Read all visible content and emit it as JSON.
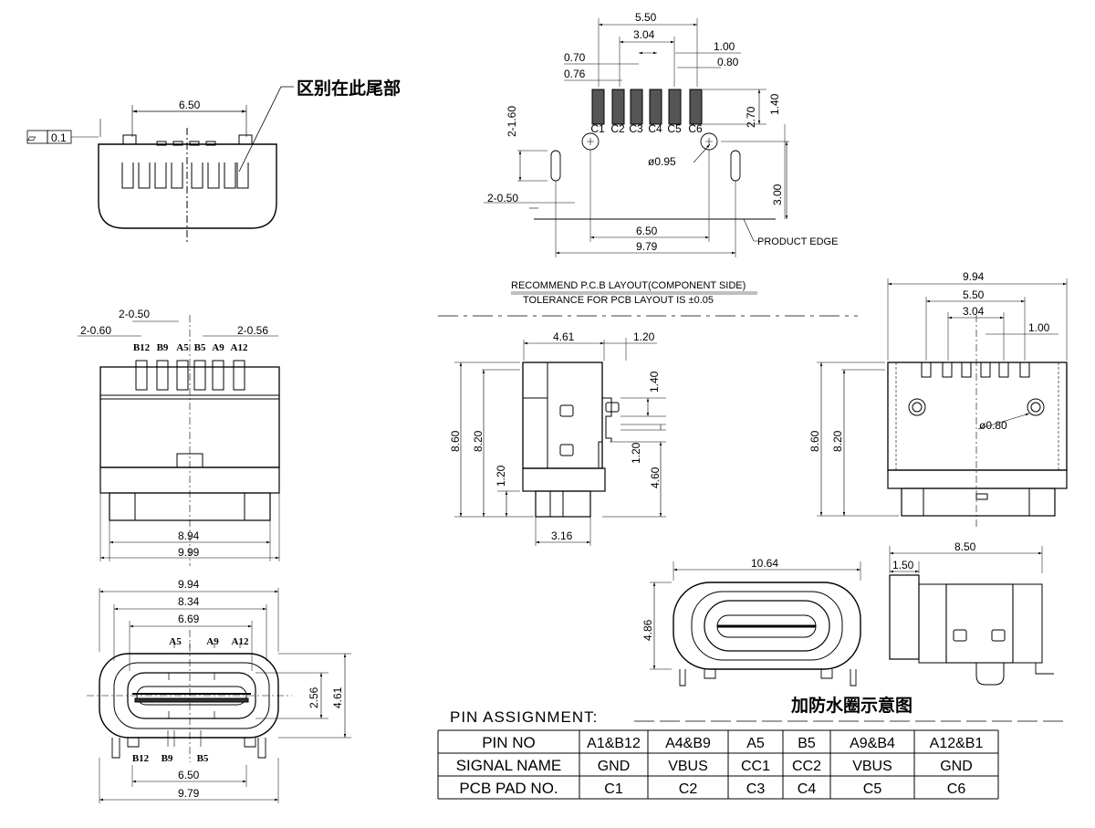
{
  "annotations": {
    "flatness_symbol": "▱",
    "flatness_value": "0.1",
    "difference_label": "区别在此尾部",
    "waterproof_label": "加防水圈示意图",
    "product_edge": "PRODUCT EDGE",
    "layout_title": "RECOMMEND P.C.B LAYOUT(COMPONENT SIDE)",
    "layout_tolerance": "TOLERANCE FOR PCB LAYOUT IS ±0.05"
  },
  "dimensions": {
    "top_view_width": "6.50",
    "pad_span": "5.50",
    "pad_inner": "3.04",
    "pad_pitch_1": "1.00",
    "pad_width_080": "0.80",
    "pad_width_070": "0.70",
    "pad_width_076": "0.76",
    "slot_2_160": "2-1.60",
    "slot_2_050": "2-0.50",
    "pad_height": "2.70",
    "hole_to_pad": "1.40",
    "hole_dia": "ø0.95",
    "edge_offset": "3.00",
    "hole_span": "6.50",
    "overall_979": "9.79",
    "front_2_050": "2-0.50",
    "front_2_060": "2-0.60",
    "front_2_056": "2-0.56",
    "front_894": "8.94",
    "front_999": "9.99",
    "side_461": "4.61",
    "side_120": "1.20",
    "side_140": "1.40",
    "side_860": "8.60",
    "side_820": "8.20",
    "side_120b": "1.20",
    "side_120c": "1.20",
    "side_460": "4.60",
    "side_316": "3.16",
    "rear_994": "9.94",
    "rear_550": "5.50",
    "rear_304": "3.04",
    "rear_100": "1.00",
    "rear_860": "8.60",
    "rear_820": "8.20",
    "rear_dia": "ø0.80",
    "bottom_994": "9.94",
    "bottom_834": "8.34",
    "bottom_669": "6.69",
    "bottom_256": "2.56",
    "bottom_461": "4.61",
    "bottom_650": "6.50",
    "bottom_979": "9.79",
    "wp_1064": "10.64",
    "wp_486": "4.86",
    "wp_850": "8.50",
    "wp_150": "1.50"
  },
  "pad_labels": [
    "C1",
    "C2",
    "C3",
    "C4",
    "C5",
    "C6"
  ],
  "front_pins": [
    "B12",
    "B9",
    "A5",
    "B5",
    "A9",
    "A12"
  ],
  "bottom_top_pins": [
    "A5",
    "A9",
    "A12"
  ],
  "bottom_bottom_pins": [
    "B12",
    "B9",
    "B5"
  ],
  "pin_assignment": {
    "title": "PIN ASSIGNMENT:",
    "rows": [
      [
        "PIN NO",
        "A1&B12",
        "A4&B9",
        "A5",
        "B5",
        "A9&B4",
        "A12&B1"
      ],
      [
        "SIGNAL NAME",
        "GND",
        "VBUS",
        "CC1",
        "CC2",
        "VBUS",
        "GND"
      ],
      [
        "PCB PAD NO.",
        "C1",
        "C2",
        "C3",
        "C4",
        "C5",
        "C6"
      ]
    ]
  }
}
